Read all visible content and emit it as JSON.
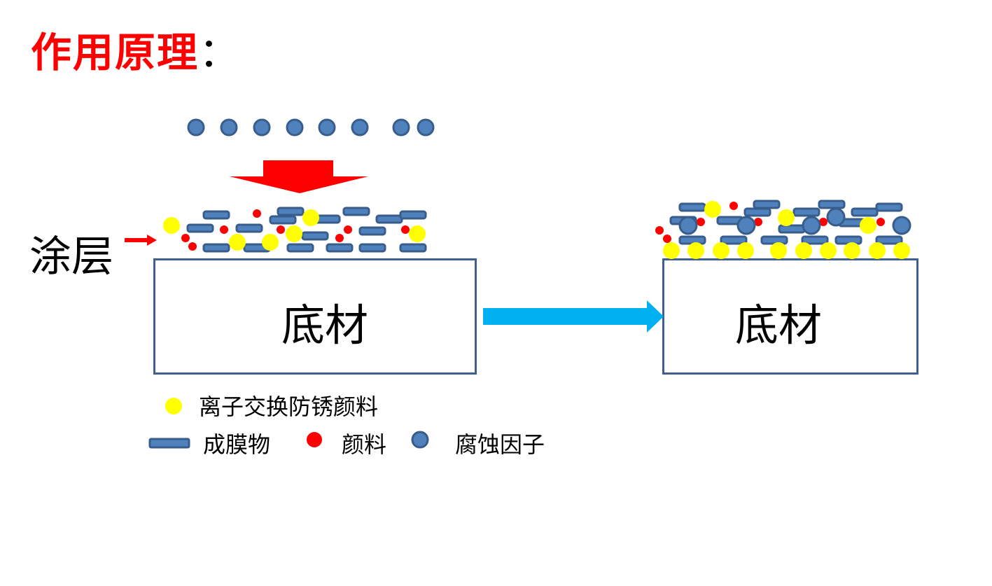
{
  "title": {
    "text": "作用原理",
    "colon": "：",
    "color": "#ff0000"
  },
  "coating_label": "涂层",
  "substrate_left_label": "底材",
  "substrate_right_label": "底材",
  "colors": {
    "corrosion_factor_fill": "#4f81bd",
    "corrosion_factor_stroke": "#385d8a",
    "film_former_fill": "#4f81bd",
    "film_former_stroke": "#385d8a",
    "ion_exchange_pigment": "#ffff00",
    "pigment": "#ff0000",
    "incoming_arrow": "#ff0000",
    "coating_pointer_arrow": "#ff0000",
    "transition_arrow": "#00b0f0",
    "substrate_border": "#3d6090"
  },
  "incoming_corrosion_factors_count": 8,
  "legend": [
    {
      "symbol": "yellow-circle",
      "label": "离子交换防锈颜料"
    },
    {
      "symbol": "blue-bar",
      "label": "成膜物"
    },
    {
      "symbol": "red-dot",
      "label": "颜料"
    },
    {
      "symbol": "blue-circle",
      "label": "腐蚀因子"
    }
  ]
}
